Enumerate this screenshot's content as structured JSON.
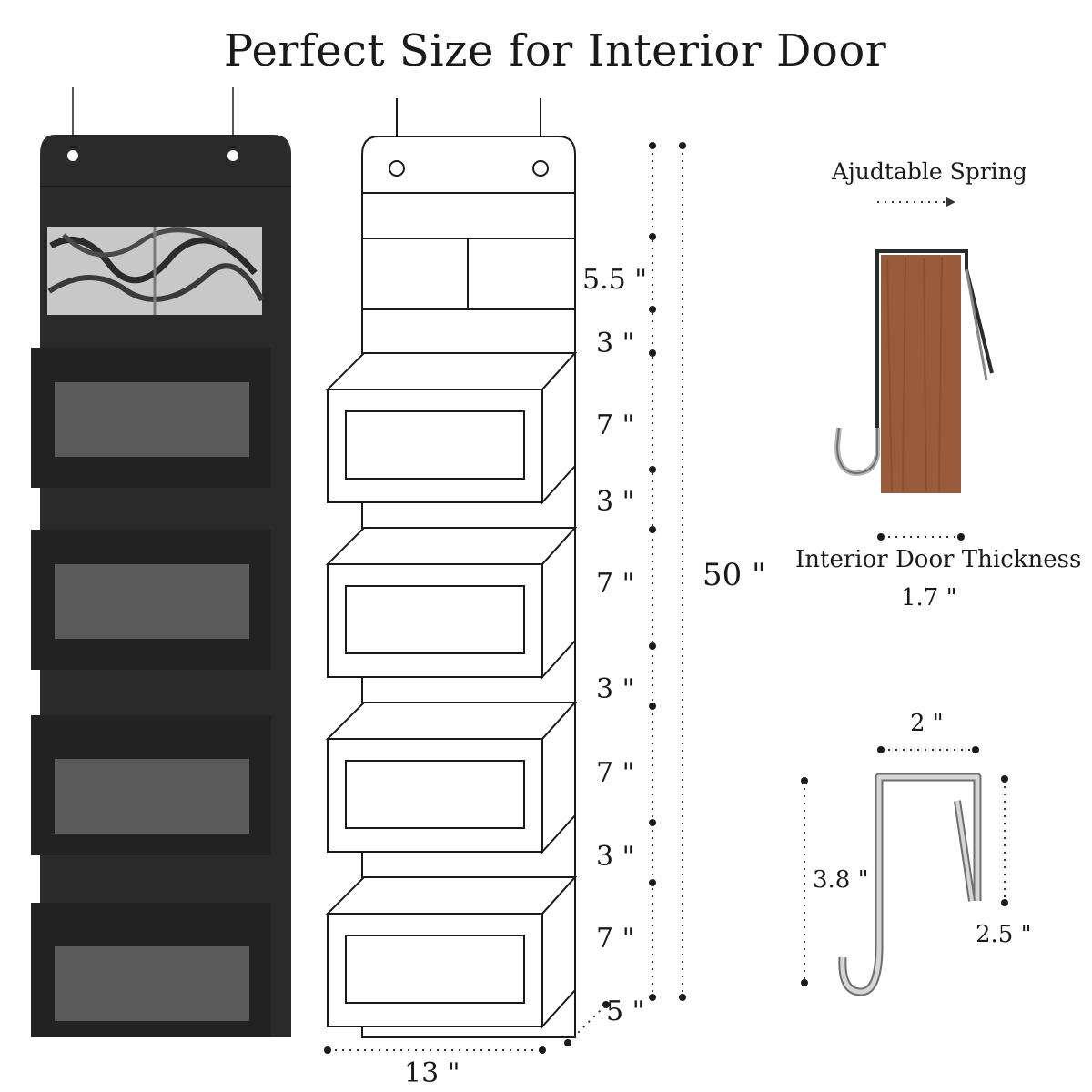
{
  "title": "Perfect Size for Interior Door",
  "organizer": {
    "dimensions": {
      "width": "13 \"",
      "depth": "5 \"",
      "total_height": "50 \"",
      "top_pocket": "5.5 \"",
      "gaps": [
        "3 \"",
        "3 \"",
        "3 \"",
        "3 \""
      ],
      "pockets": [
        "7 \"",
        "7 \"",
        "7 \"",
        "7 \""
      ]
    },
    "colors": {
      "fabric": "#262626",
      "window": "#5a5a5a"
    }
  },
  "hook": {
    "spring_label": "Ajudtable Spring",
    "door_label": "Interior Door Thickness",
    "door_thickness": "1.7 \"",
    "hook_width": "2 \"",
    "hook_height": "3.8 \"",
    "hook_inner": "2.5 \"",
    "colors": {
      "wood": "#9a5a3c",
      "metal": "#c8c8c8"
    }
  }
}
